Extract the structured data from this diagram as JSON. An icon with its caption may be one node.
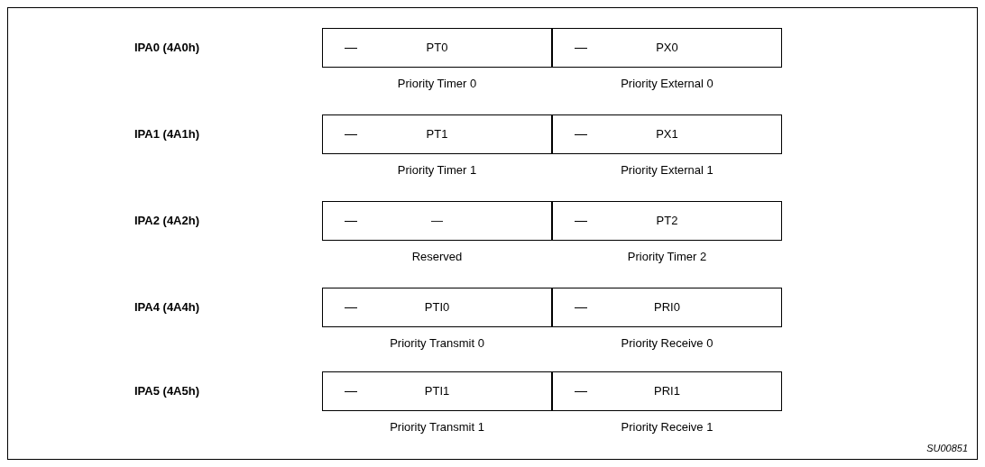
{
  "diagram": {
    "nodes": [
      {
        "text": [
          "—",
          "PT0"
        ],
        "beside": [
          "Priority Timer 0"
        ]
      },
      {
        "text": [
          "—",
          "PX0"
        ],
        "beside": [
          "Priority External 0"
        ]
      },
      {
        "text": [
          "—",
          "PT1"
        ],
        "beside": [
          "Priority Timer 1"
        ]
      },
      {
        "text": [
          "—",
          "PX1"
        ],
        "beside": [
          "Priority External 1"
        ]
      },
      {
        "text": [
          "—",
          "—"
        ],
        "beside": [
          "Reserved"
        ]
      },
      {
        "text": [
          "—",
          "PT2"
        ],
        "beside": [
          "Priority Timer 2"
        ]
      },
      {
        "text": [
          "—",
          "PTI0"
        ],
        "beside": [
          "Priority Transmit 0"
        ]
      },
      {
        "text": [
          "—",
          "PRI0"
        ],
        "beside": [
          "Priority Receive 0"
        ]
      },
      {
        "text": [
          "—",
          "PTI1"
        ],
        "beside": [
          "Priority Transmit 1"
        ]
      },
      {
        "text": [
          "—",
          "PRI1"
        ],
        "beside": [
          "Priority Receive 1"
        ]
      }
    ],
    "edges": [],
    "labels": [
      "IPA0 (4A0h)",
      "IPA1 (4A1h)",
      "IPA2 (4A2h)",
      "IPA4 (4A4h)",
      "IPA5 (4A5h)",
      "SU00851"
    ]
  }
}
